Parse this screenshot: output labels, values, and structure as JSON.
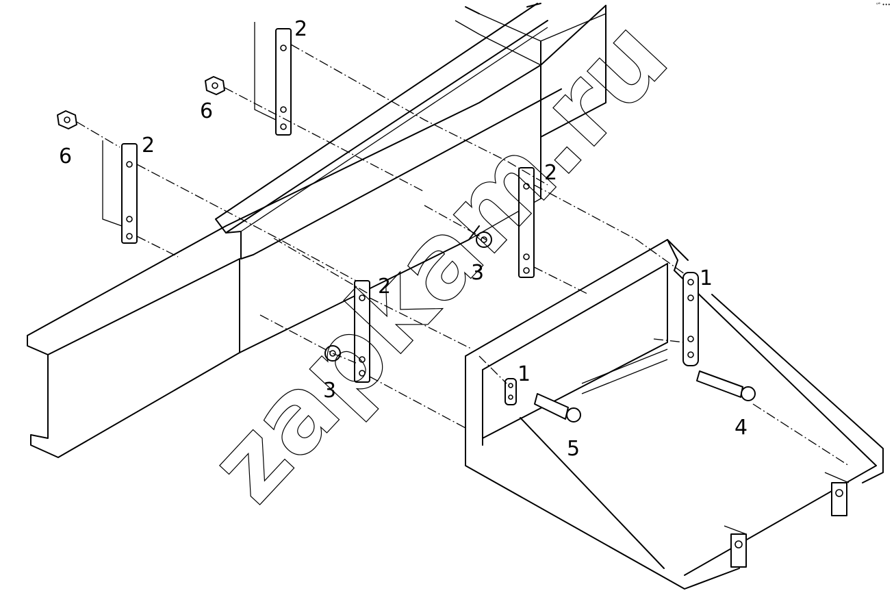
{
  "watermark": "zapkam.ru",
  "corner_mark": "⁰° •••",
  "callouts": [
    {
      "id": "bracket-top-center",
      "label": "2"
    },
    {
      "id": "nut-top",
      "label": "6"
    },
    {
      "id": "bracket-left",
      "label": "2"
    },
    {
      "id": "nut-left",
      "label": "6"
    },
    {
      "id": "bracket-right",
      "label": "2"
    },
    {
      "id": "washer-right",
      "label": "3"
    },
    {
      "id": "bracket-center",
      "label": "2"
    },
    {
      "id": "washer-center",
      "label": "3"
    },
    {
      "id": "plate-right",
      "label": "1"
    },
    {
      "id": "plate-left",
      "label": "1"
    },
    {
      "id": "bolt-right",
      "label": "4"
    },
    {
      "id": "bolt-left",
      "label": "5"
    }
  ]
}
